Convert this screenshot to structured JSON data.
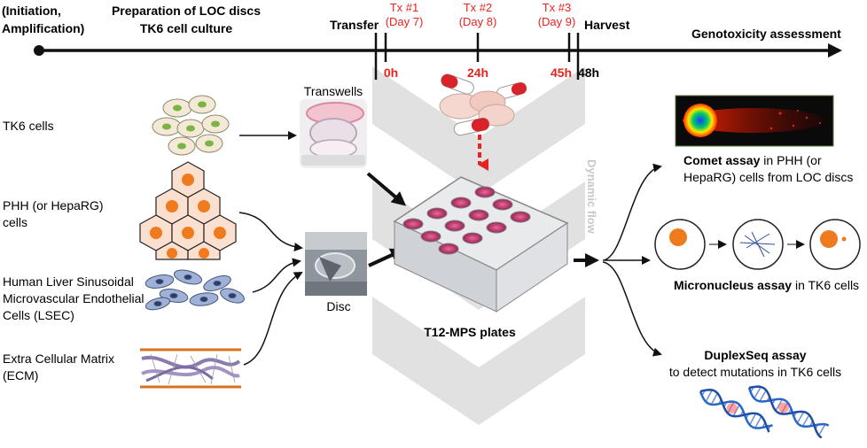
{
  "colors": {
    "accent_red": "#e8231e",
    "chevron_gray": "#d9d9d9",
    "cell_green_bg": "#eef3dc",
    "hepatocyte_orange": "#f07a1e",
    "lsec_blue": "#9fb1d6",
    "dna_blue": "#1e4fa8",
    "plate_pink": "#c23b6a"
  },
  "timeline": {
    "phase_label_line1": "(Initiation,",
    "phase_label_line2": "Amplification)",
    "prep_line1": "Preparation of LOC discs",
    "prep_line2": "TK6 cell culture",
    "transfer": "Transfer",
    "harvest": "Harvest",
    "genotox": "Genotoxicity assessment",
    "tx1_line1": "Tx #1",
    "tx1_line2": "(Day 7)",
    "tx2_line1": "Tx #2",
    "tx2_line2": "(Day 8)",
    "tx3_line1": "Tx #3",
    "tx3_line2": "(Day 9)",
    "t0": "0h",
    "t24": "24h",
    "t45": "45h",
    "t48": "48h"
  },
  "left": {
    "tk6": "TK6 cells",
    "phh_line1": "PHH (or HepaRG)",
    "phh_line2": "cells",
    "lsec_line1": "Human Liver Sinusoidal",
    "lsec_line2": "Microvascular Endothelial",
    "lsec_line3": "Cells (LSEC)",
    "ecm_line1": "Extra Cellular Matrix",
    "ecm_line2": "(ECM)"
  },
  "center": {
    "transwells": "Transwells",
    "disc": "Disc",
    "plates": "T12-MPS plates",
    "dynamic_flow": "Dynamic flow"
  },
  "right": {
    "comet_bold": "Comet assay",
    "comet_rest": " in PHH (or",
    "comet_line2": "HepaRG) cells from LOC discs",
    "micro_bold": "Micronucleus assay",
    "micro_rest": " in TK6 cells",
    "duplex_bold": "DuplexSeq assay",
    "duplex_line2": "to detect mutations in TK6 cells"
  }
}
